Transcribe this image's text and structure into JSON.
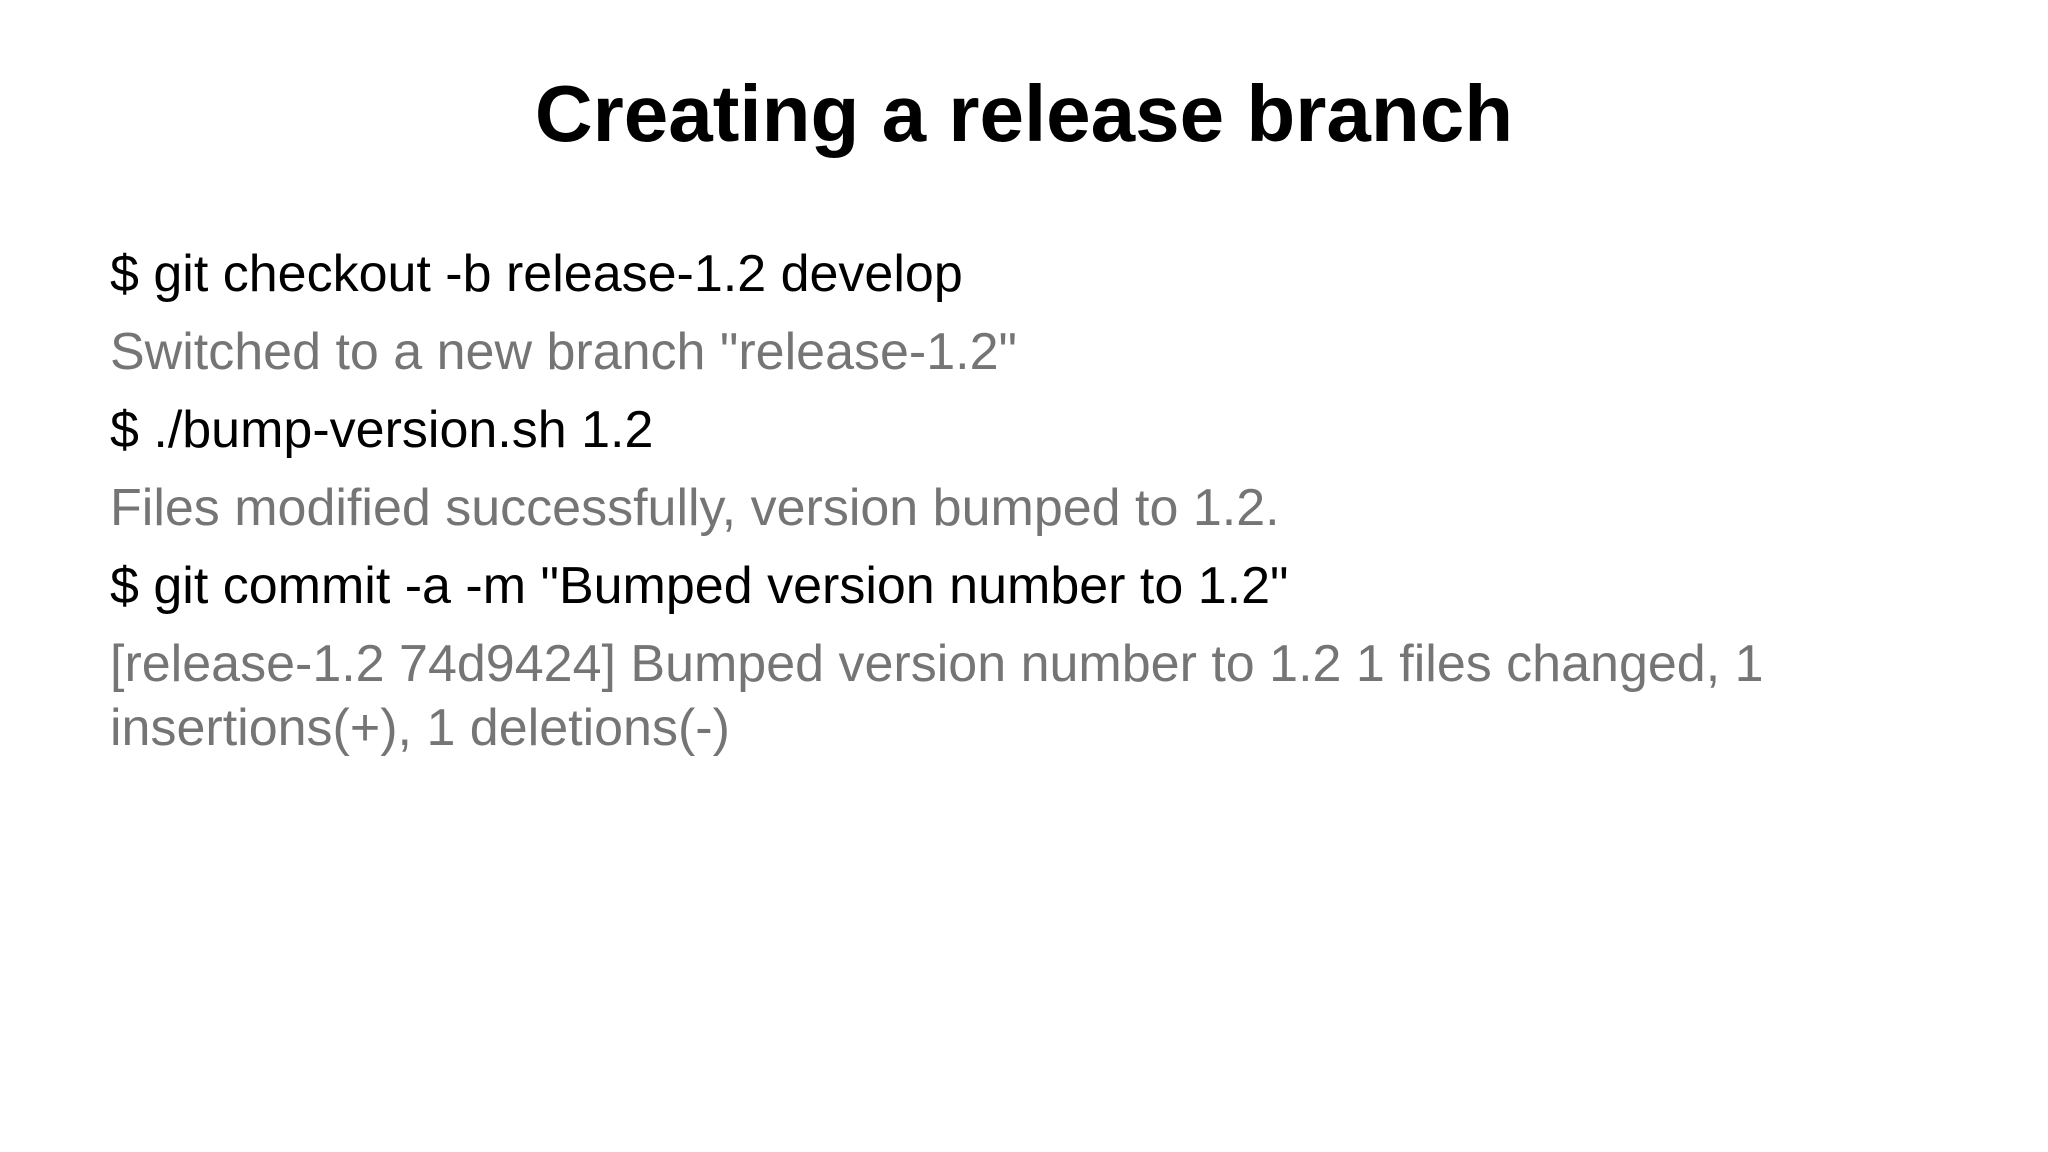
{
  "slide": {
    "title": "Creating a release branch",
    "terminal": {
      "lines": [
        {
          "type": "command",
          "text": "$ git checkout -b release-1.2 develop"
        },
        {
          "type": "output",
          "text": "Switched to a new branch \"release-1.2\""
        },
        {
          "type": "command",
          "text": "$ ./bump-version.sh 1.2"
        },
        {
          "type": "output",
          "text": "Files modified successfully, version bumped to 1.2."
        },
        {
          "type": "command",
          "text": "$ git commit -a -m \"Bumped version number to 1.2\""
        },
        {
          "type": "output",
          "text": "[release-1.2 74d9424] Bumped version number to 1.2 1 files changed, 1 insertions(+), 1 deletions(-)"
        }
      ]
    },
    "colors": {
      "background": "#ffffff",
      "title": "#000000",
      "command": "#000000",
      "output": "#757575"
    }
  }
}
